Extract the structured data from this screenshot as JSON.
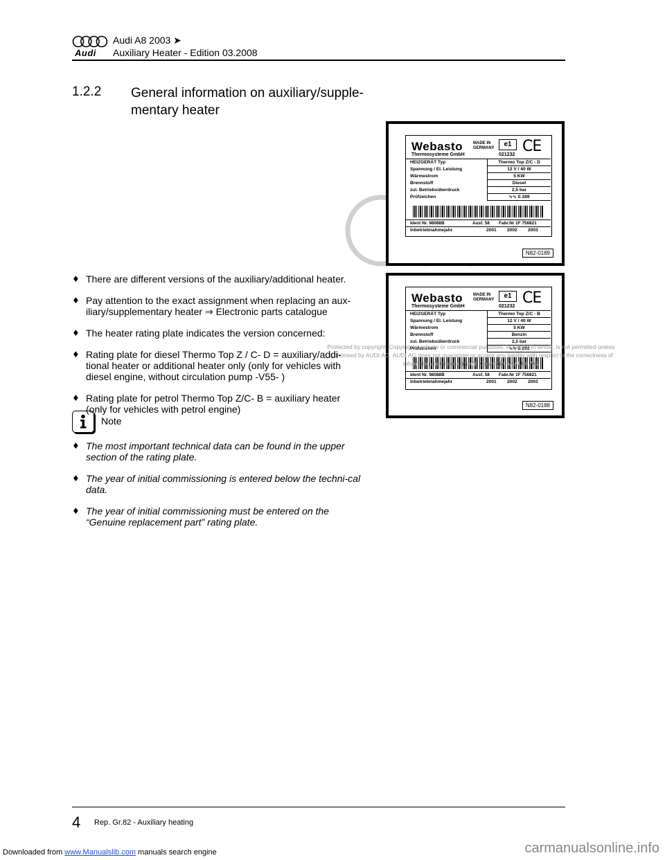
{
  "header": {
    "model": "Audi A8 2003 ➤",
    "brand_wordmark": "Audi",
    "subtitle": "Auxiliary Heater - Edition 03.2008"
  },
  "section": {
    "number": "1.2.2",
    "title": "General information on auxiliary/supple-mentary heater"
  },
  "plates": [
    {
      "brand": "Webasto",
      "brand_sub": "Thermosysteme GmbH",
      "made_in": [
        "MADE IN",
        "GERMANY"
      ],
      "e_mark": "e1",
      "approval": "021232",
      "ce": "CE",
      "rows": [
        {
          "key": "HEIZGERÄT Typ",
          "value": "Thermo Top Z/C - D"
        },
        {
          "key": "Spannung / El. Leistung",
          "value": "12 V / 40 W"
        },
        {
          "key": "Wärmestrom",
          "value": "5 KW"
        },
        {
          "key": "Brennstoff",
          "value": "Diesel"
        },
        {
          "key": "zul. Betriebsüberdruck",
          "value": "2,5 bar"
        },
        {
          "key": "Prüfzeichen",
          "value": "∿∿ S 289"
        }
      ],
      "ident": "Ident Nr. 98088B",
      "ausf": "Ausf. 58",
      "fabr": "Fabr.Nr 1F 756821",
      "year_label": "Inbetriebnahmejahr",
      "years": [
        "2001",
        "2002",
        "2003"
      ],
      "ref": "N82-0189"
    },
    {
      "brand": "Webasto",
      "brand_sub": "Thermosysteme GmbH",
      "made_in": [
        "MADE IN",
        "GERMANY"
      ],
      "e_mark": "e1",
      "approval": "021232",
      "ce": "CE",
      "rows": [
        {
          "key": "HEIZGERÄT Typ",
          "value": "Thermo Top Z/C - B"
        },
        {
          "key": "Spannung / El. Leistung",
          "value": "12 V / 40 W"
        },
        {
          "key": "Wärmestrom",
          "value": "5 KW"
        },
        {
          "key": "Brennstoff",
          "value": "Benzin"
        },
        {
          "key": "zul. Betriebsüberdruck",
          "value": "2,5 bar"
        },
        {
          "key": "Prüfzeichen",
          "value": "∿∿ S 292"
        }
      ],
      "ident": "Ident Nr. 98088B",
      "ausf": "Ausf. 58",
      "fabr": "Fabr.Nr 1F 756821",
      "year_label": "Inbetriebnahmejahr",
      "years": [
        "2001",
        "2002",
        "2003"
      ],
      "ref": "N82-0188"
    }
  ],
  "watermark": "Protected by copyright. Copying for private or commercial purposes, in part or in whole, is not permitted unless authorised by AUDI AG. AUDI AG does not guarantee or accept any liability with respect to the correctness of information in this document. Copyright by AUDI AG.",
  "bullets": [
    "There are different versions of the auxiliary/additional heater.",
    "Pay attention to the exact assignment when replacing an aux-iliary/supplementary heater ⇒ Electronic parts catalogue",
    "The heater rating plate indicates the version concerned:",
    "Rating plate for diesel Thermo Top Z / C- D = auxiliary/addi-tional heater or additional heater only (only for vehicles with diesel engine, without circulation pump -V55- )",
    "Rating plate for petrol Thermo Top Z/C- B = auxiliary heater (only for vehicles with petrol engine)"
  ],
  "note": {
    "label": "Note",
    "items": [
      "The most important technical data can be found in the upper section of the rating plate.",
      "The year of initial commissioning is entered below the techni-cal data.",
      "The year of initial commissioning must be entered on the “Genuine replacement part” rating plate."
    ]
  },
  "footer": {
    "page": "4",
    "text": "Rep. Gr.82 - Auxiliary heating"
  },
  "download_bar": {
    "prefix": "Downloaded from",
    "link": "www.Manualslib.com",
    "suffix": "manuals search engine",
    "brand": "carmanualsonline.info"
  }
}
